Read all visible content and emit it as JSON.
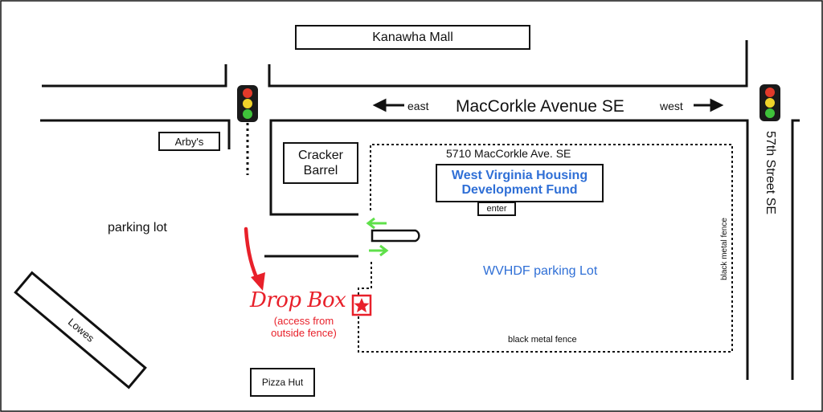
{
  "colors": {
    "road": "#111111",
    "accent_blue": "#2f6fd6",
    "accent_red": "#e8202a",
    "arrow_green": "#5fe04a",
    "light_red": "#e23a2a",
    "light_yellow": "#f0d32a",
    "light_green": "#3fc23a"
  },
  "landmarks": {
    "kanawha_mall": "Kanawha Mall",
    "arbys": "Arby's",
    "cracker_barrel": "Cracker\nBarrel",
    "lowes": "Lowes",
    "pizza_hut": "Pizza Hut"
  },
  "roads": {
    "main_avenue": "MacCorkle Avenue SE",
    "east": "east",
    "west": "west",
    "cross_street": "57th Street SE"
  },
  "facility": {
    "address": "5710 MacCorkle Ave. SE",
    "name": "West Virginia Housing\nDevelopment Fund",
    "enter": "enter",
    "parking": "WVHDF parking Lot",
    "fence_bottom": "black metal fence",
    "fence_right": "black metal fence"
  },
  "left_parking": "parking lot",
  "drop_box": {
    "title": "Drop Box",
    "note": "(access from\noutside fence)"
  },
  "icons": [
    "traffic-light-icon",
    "star-icon",
    "arrow-left-icon",
    "arrow-right-icon"
  ]
}
